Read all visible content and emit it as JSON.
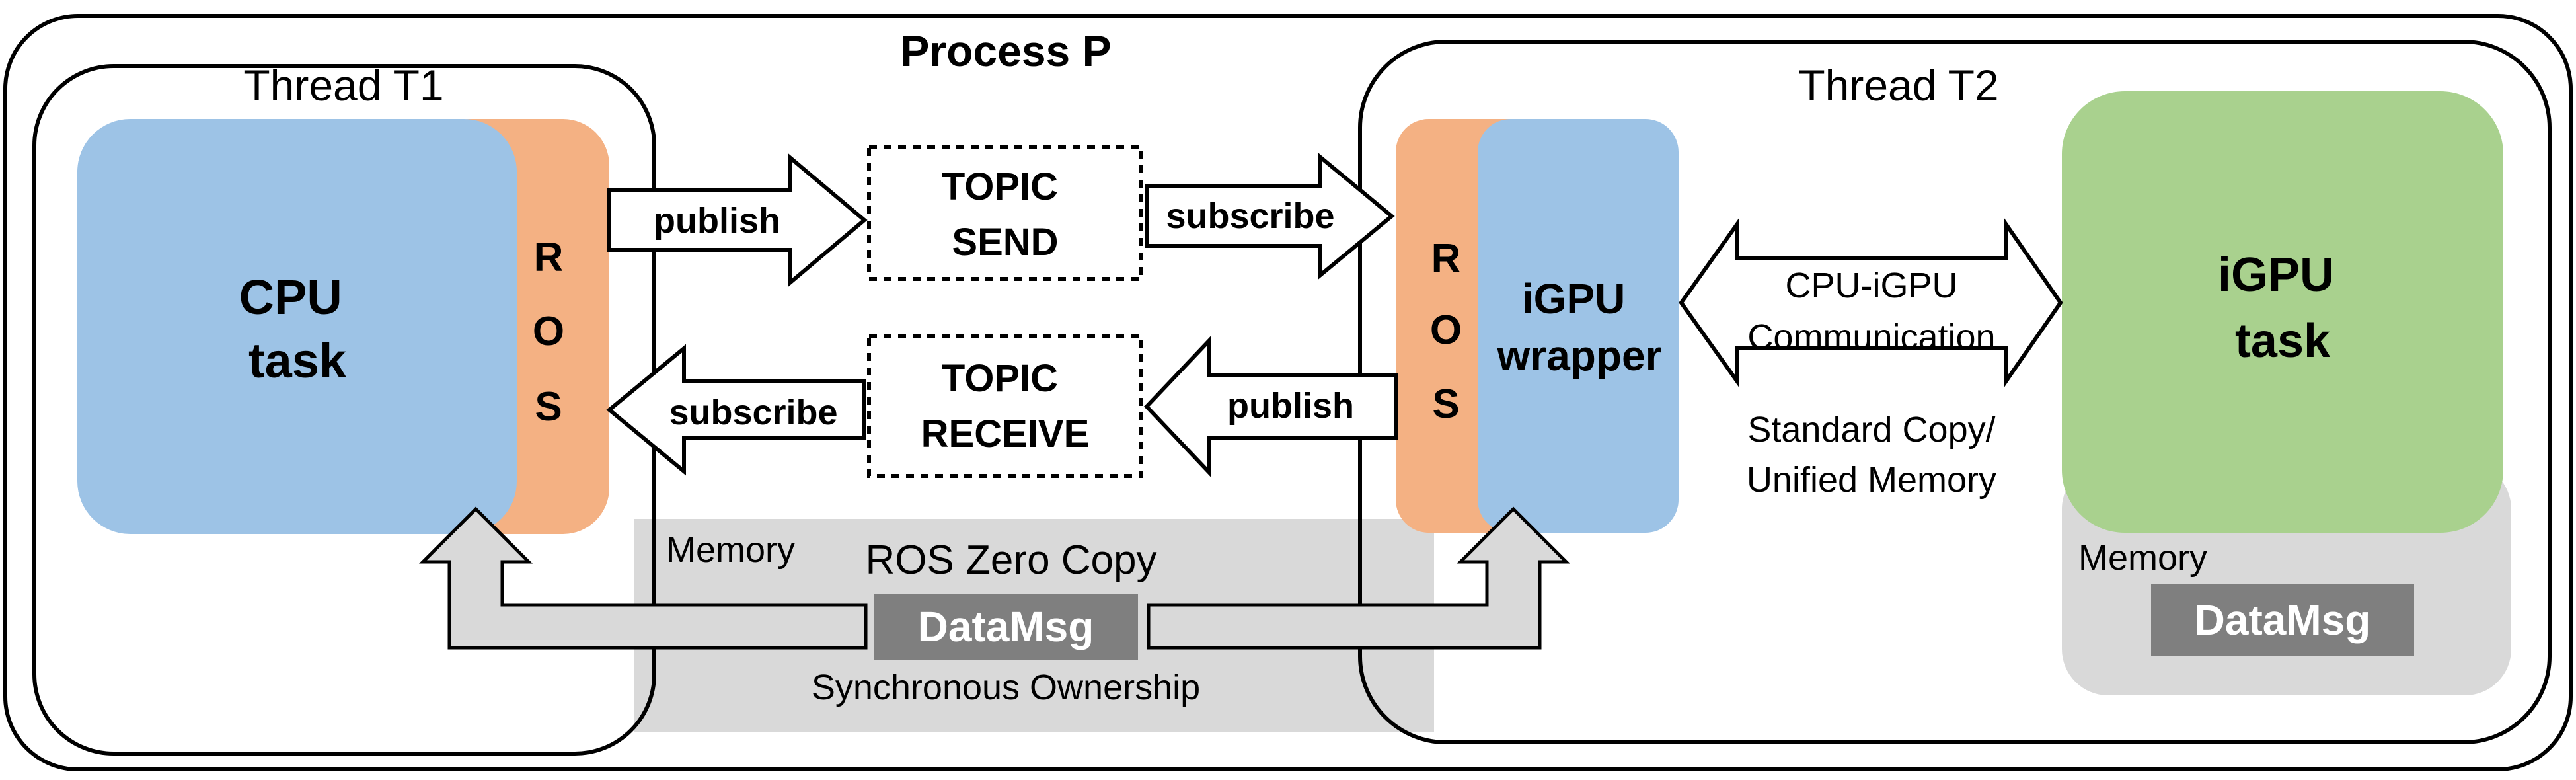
{
  "process": {
    "title": "Process P"
  },
  "thread1": {
    "title": "Thread T1"
  },
  "thread2": {
    "title": "Thread T2"
  },
  "cpu_task": {
    "line1": "CPU",
    "line2": "task"
  },
  "ros_left": {
    "letters": [
      "R",
      "O",
      "S"
    ]
  },
  "ros_right": {
    "letters": [
      "R",
      "O",
      "S"
    ]
  },
  "igpu_wrapper": {
    "line1": "iGPU",
    "line2": "wrapper"
  },
  "igpu_task": {
    "line1": "iGPU",
    "line2": "task"
  },
  "topic_send": {
    "line1": "TOPIC",
    "line2": "SEND"
  },
  "topic_receive": {
    "line1": "TOPIC",
    "line2": "RECEIVE"
  },
  "arrows": {
    "publish_top": "publish",
    "subscribe_top": "subscribe",
    "subscribe_bottom": "subscribe",
    "publish_bottom": "publish"
  },
  "comm": {
    "line1": "CPU-iGPU",
    "line2": "Communication",
    "line3": "Standard Copy/",
    "line4": "Unified Memory"
  },
  "shared_memory": {
    "label": "Memory",
    "title": "ROS Zero Copy",
    "datamsg": "DataMsg",
    "caption": "Synchronous Ownership"
  },
  "gpu_memory": {
    "label": "Memory",
    "datamsg": "DataMsg"
  },
  "colors": {
    "cpu_blue": "#9dc3e6",
    "ros_orange": "#f4b183",
    "gpu_green": "#a9d18e",
    "memory_gray": "#d9d9d9",
    "datamsg_gray": "#7f7f7f"
  }
}
